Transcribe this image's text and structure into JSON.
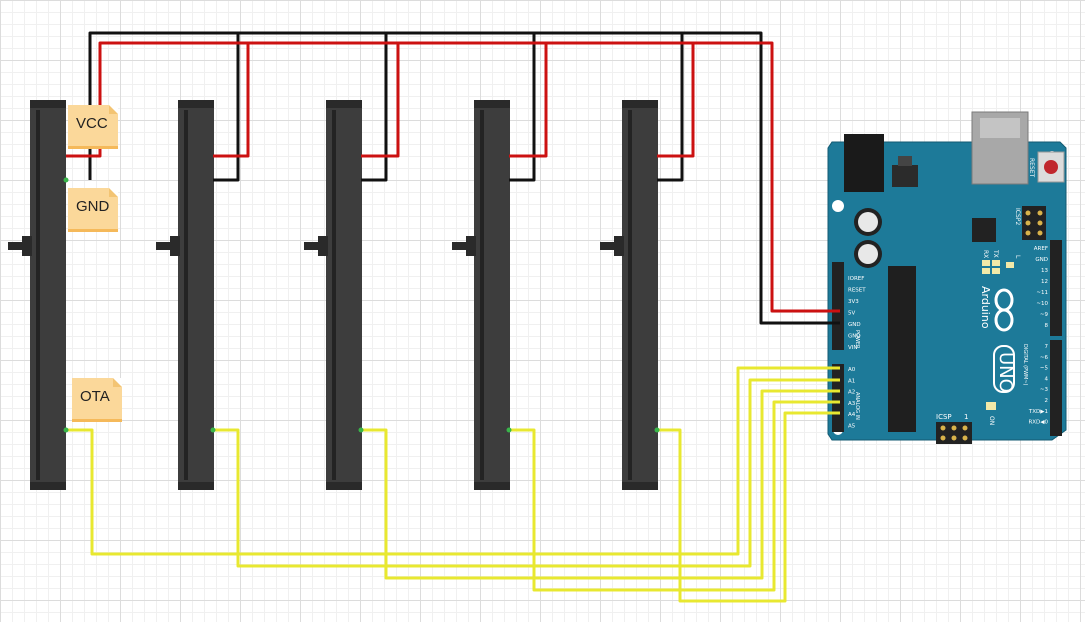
{
  "labels": {
    "vcc": "VCC",
    "gnd": "GND",
    "ota": "OTA"
  },
  "board": {
    "brand": "Arduino",
    "model": "UNO",
    "reset_label": "RESET",
    "icsp2_label": "ICSP2",
    "icsp_label": "ICSP",
    "icsp_num": "1",
    "tx_label": "TX",
    "rx_label": "RX",
    "l_label": "L",
    "on_label": "ON",
    "power_label": "POWER",
    "analog_label": "ANALOG IN",
    "digital_label": "DIGITAL (PWM~)",
    "power_pins": [
      "IOREF",
      "RESET",
      "3V3",
      "5V",
      "GND",
      "GND",
      "VIN"
    ],
    "analog_pins": [
      "A0",
      "A1",
      "A2",
      "A3",
      "A4",
      "A5"
    ],
    "digital_pins": [
      "AREF",
      "GND",
      "13",
      "12",
      "~11",
      "~10",
      "~9",
      "8",
      "7",
      "~6",
      "~5",
      "4",
      "~3",
      "2",
      "TXD▶1",
      "RXD◀0"
    ]
  },
  "colors": {
    "vcc_wire": "#cc1111",
    "gnd_wire": "#111111",
    "signal_wire": "#e8e830",
    "board": "#1d7a99",
    "slider_body": "#3d3d3d"
  }
}
